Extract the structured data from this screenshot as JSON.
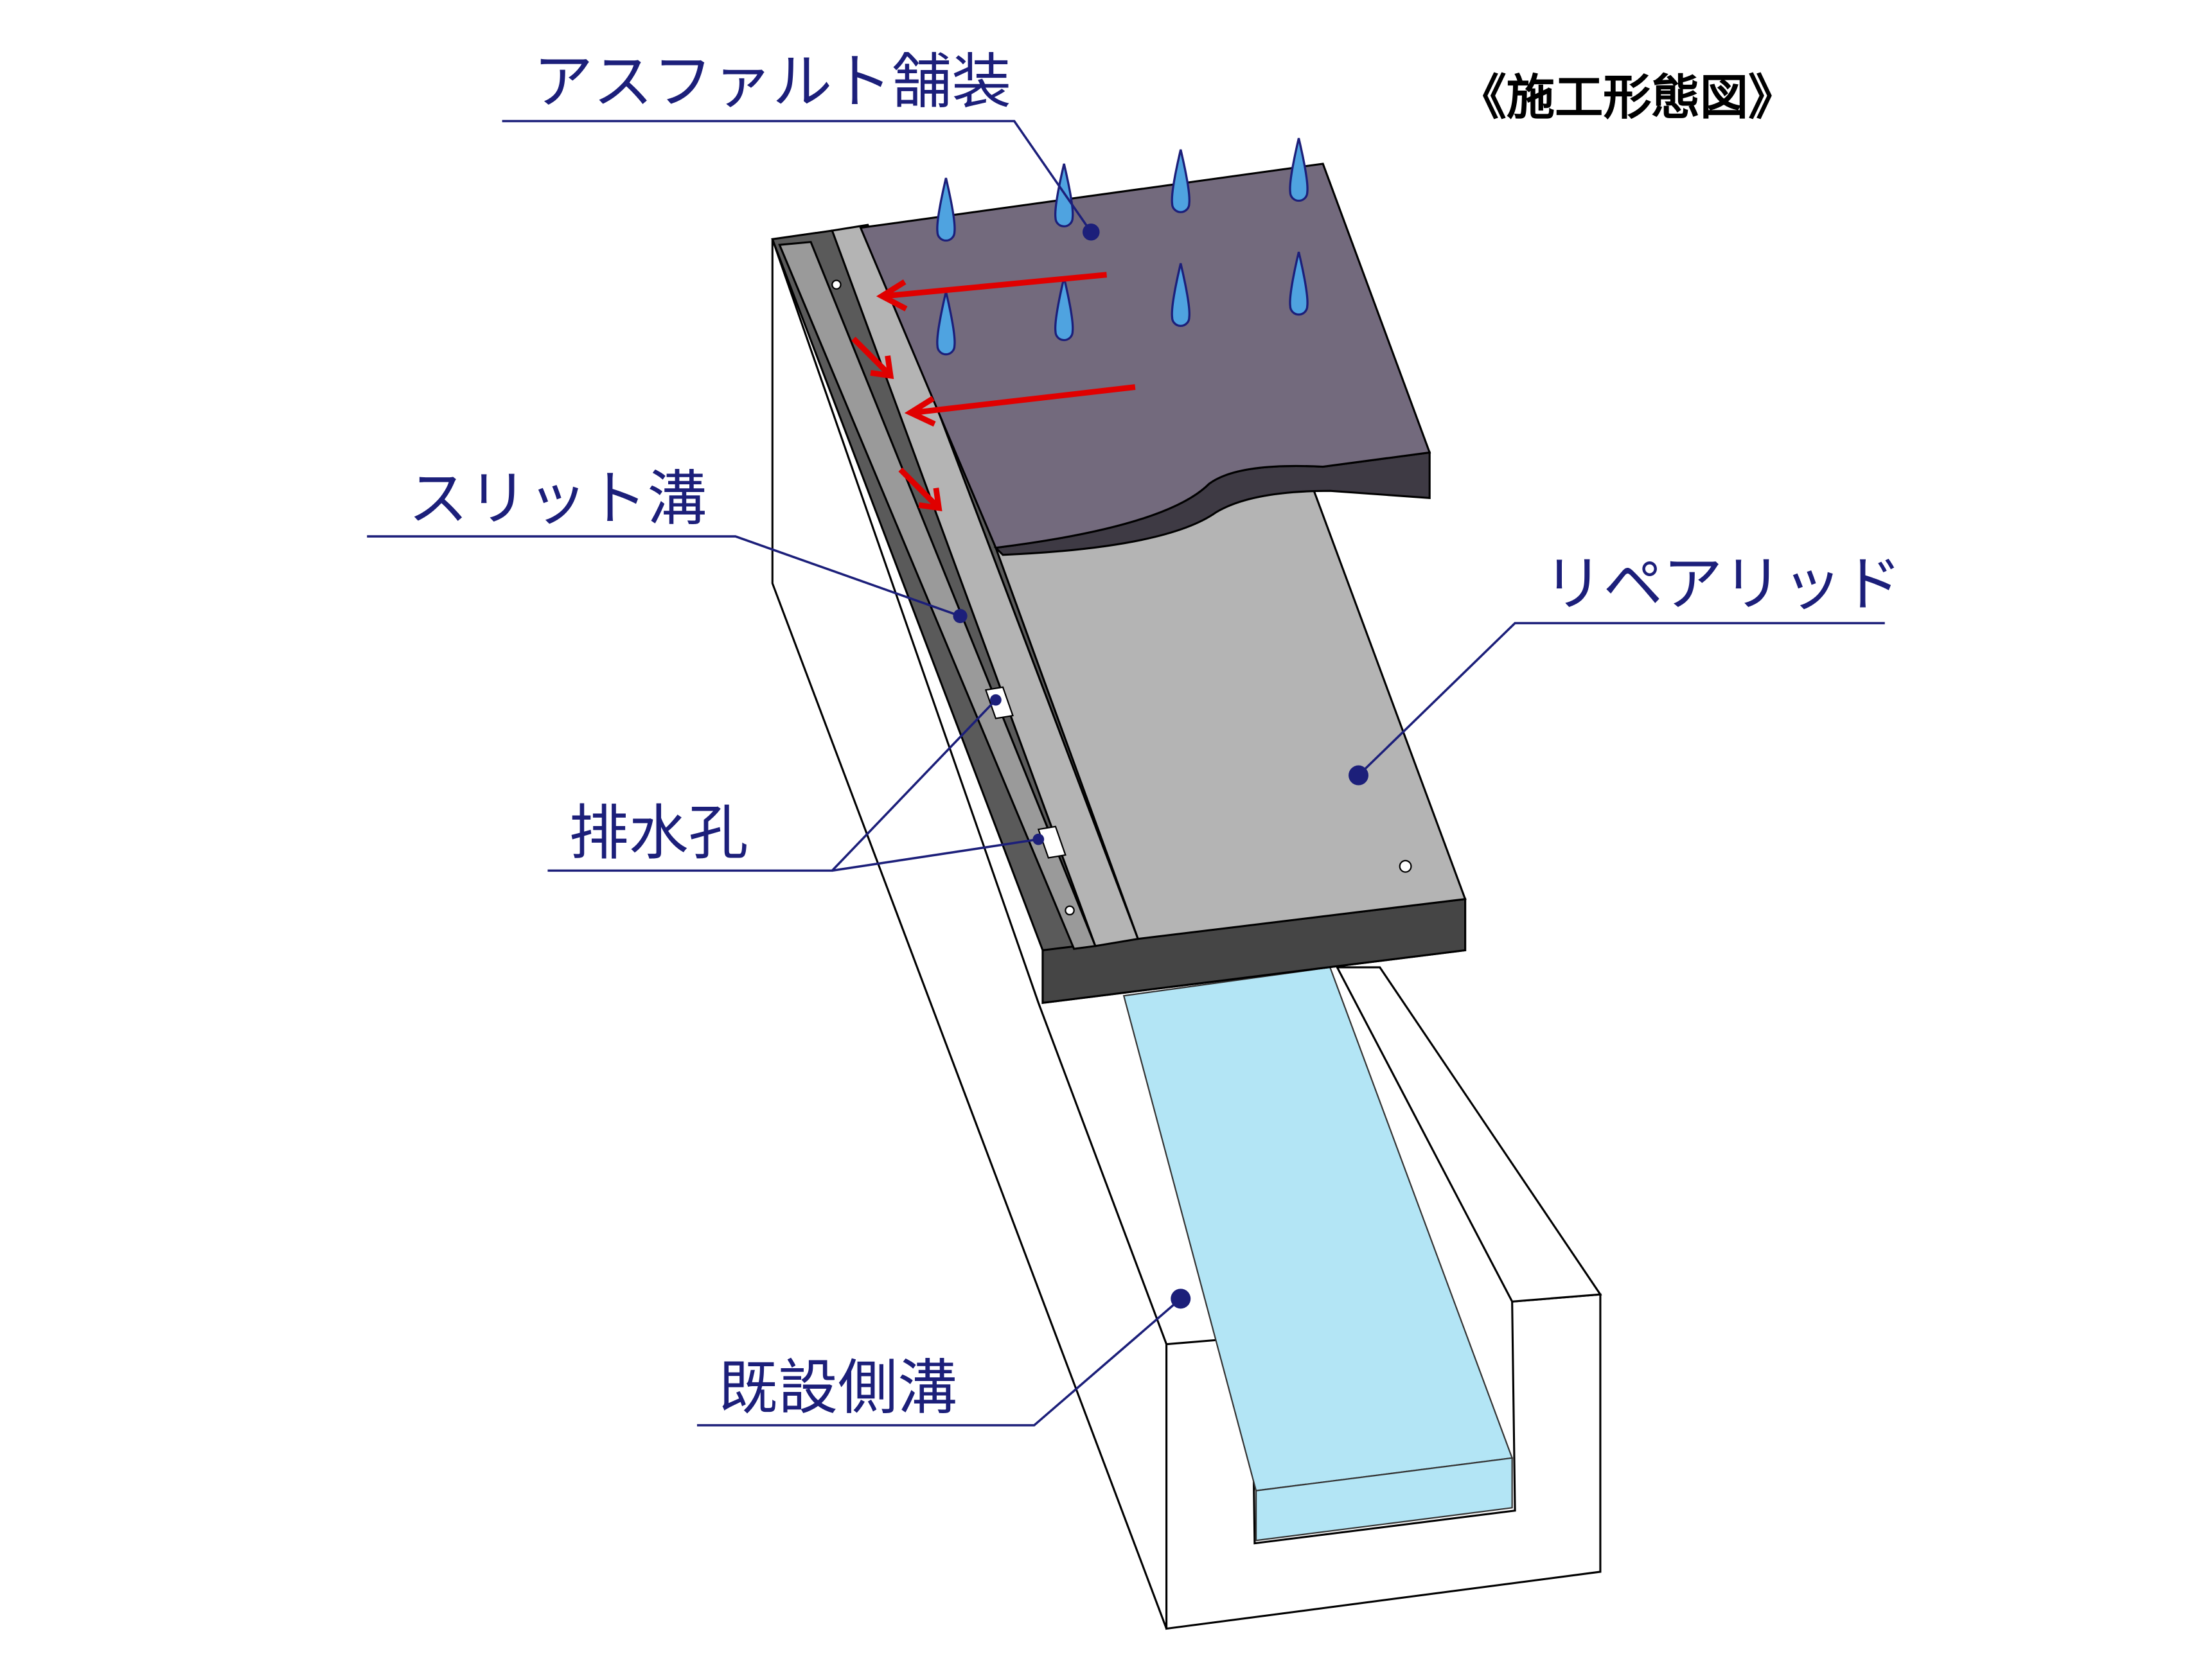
{
  "title": "《施工形態図》",
  "labels": {
    "asphalt": "アスファルト舗装",
    "slit": "スリット溝",
    "drain_hole": "排水孔",
    "repair_lid": "リペアリッド",
    "existing_gutter": "既設側溝"
  },
  "colors": {
    "label_text": "#1c1f7a",
    "asphalt": "#736a7d",
    "lid": "#b4b4b4",
    "water": "#b3e5f5",
    "arrow": "#e00000",
    "raindrop": "#4fa3e0"
  }
}
